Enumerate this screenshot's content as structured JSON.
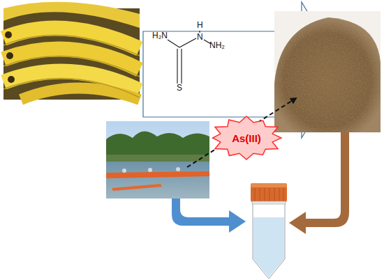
{
  "diagram": {
    "nodes": [
      {
        "text": [
          "As(III)"
        ]
      }
    ],
    "labels": [
      "H₂N",
      "H",
      "N",
      "NH₂",
      "S"
    ]
  }
}
